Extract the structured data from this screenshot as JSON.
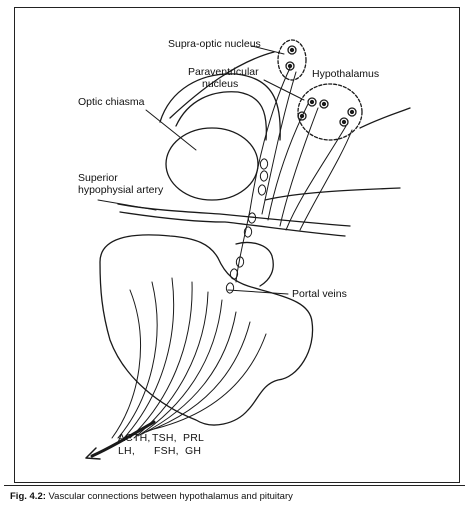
{
  "labels": {
    "supraoptic": "Supra-optic nucleus",
    "paraventricular_1": "Paraventricular",
    "paraventricular_2": "nucleus",
    "hypothalamus": "Hypothalamus",
    "optic_chiasma": "Optic chiasma",
    "superior_1": "Superior",
    "superior_2": "hypophysial artery",
    "portal_veins": "Portal veins"
  },
  "hormones": {
    "row1": [
      "ACTH,",
      "TSH,",
      "PRL"
    ],
    "row2": [
      "LH,",
      "FSH,",
      "GH"
    ]
  },
  "caption": {
    "number": "Fig. 4.2:",
    "text": "Vascular connections between hypothalamus and pituitary"
  }
}
